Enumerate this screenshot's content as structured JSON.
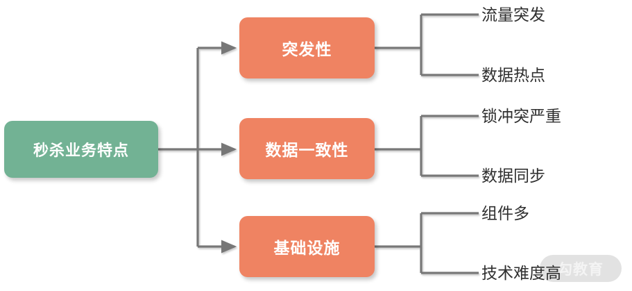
{
  "diagram": {
    "title": "秒杀业务特点",
    "root": {
      "label": "秒杀业务特点",
      "color": "#72b294"
    },
    "branch_color": "#ef8362",
    "connector_color": "#777777",
    "leaf_text_color": "#2f2f2f",
    "branches": [
      {
        "label": "突发性",
        "leaves": [
          {
            "label": "流量突发"
          },
          {
            "label": "数据热点"
          }
        ]
      },
      {
        "label": "数据一致性",
        "leaves": [
          {
            "label": "锁冲突严重"
          },
          {
            "label": "数据同步"
          }
        ]
      },
      {
        "label": "基础设施",
        "leaves": [
          {
            "label": "组件多"
          },
          {
            "label": "技术难度高"
          }
        ]
      }
    ]
  },
  "watermark": {
    "text": "勾教育"
  }
}
